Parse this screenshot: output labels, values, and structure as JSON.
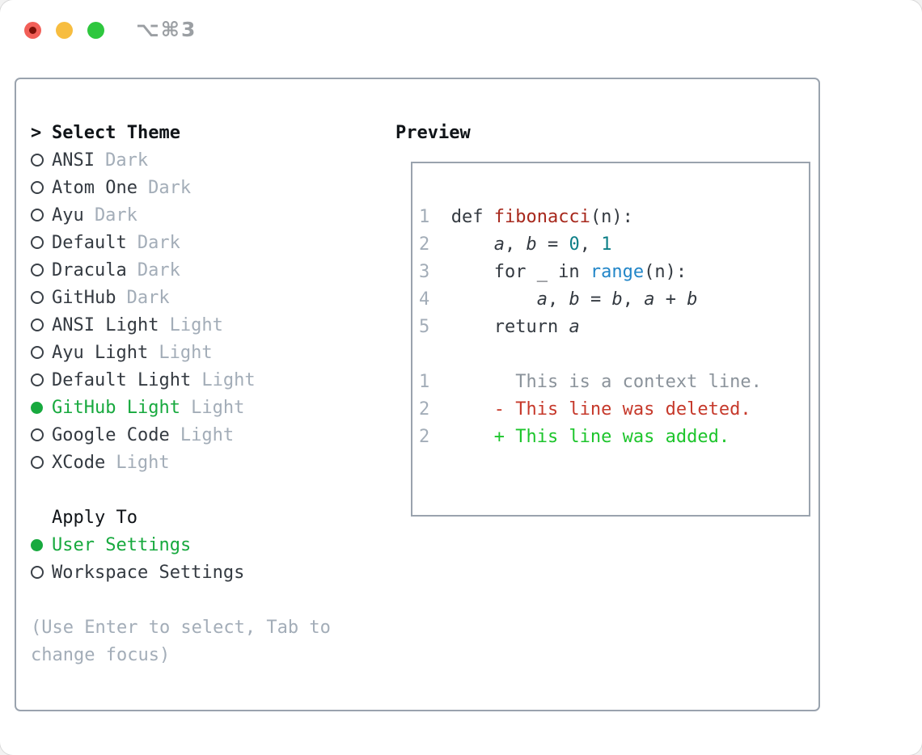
{
  "window": {
    "title": "⌥⌘3",
    "traffic_lights": [
      {
        "name": "close",
        "color": "#f25f58"
      },
      {
        "name": "minimize",
        "color": "#f7bd40"
      },
      {
        "name": "zoom",
        "color": "#2ec73e"
      }
    ]
  },
  "theme_list": {
    "prompt": ">",
    "header": "Select Theme",
    "items": [
      {
        "name": "ANSI",
        "tag": "Dark",
        "selected": false
      },
      {
        "name": "Atom One",
        "tag": "Dark",
        "selected": false
      },
      {
        "name": "Ayu",
        "tag": "Dark",
        "selected": false
      },
      {
        "name": "Default",
        "tag": "Dark",
        "selected": false
      },
      {
        "name": "Dracula",
        "tag": "Dark",
        "selected": false
      },
      {
        "name": "GitHub",
        "tag": "Dark",
        "selected": false
      },
      {
        "name": "ANSI Light",
        "tag": "Light",
        "selected": false
      },
      {
        "name": "Ayu Light",
        "tag": "Light",
        "selected": false
      },
      {
        "name": "Default Light",
        "tag": "Light",
        "selected": false
      },
      {
        "name": "GitHub Light",
        "tag": "Light",
        "selected": true
      },
      {
        "name": "Google Code",
        "tag": "Light",
        "selected": false
      },
      {
        "name": "XCode",
        "tag": "Light",
        "selected": false
      }
    ]
  },
  "apply_to": {
    "header": "Apply To",
    "options": [
      {
        "label": "User Settings",
        "selected": true
      },
      {
        "label": "Workspace Settings",
        "selected": false
      }
    ]
  },
  "help": {
    "lines": [
      "(Use Enter to select, Tab to",
      "change focus)"
    ]
  },
  "preview": {
    "header": "Preview",
    "code_lines": [
      {
        "num": "1",
        "tokens": [
          {
            "t": "def ",
            "c": "code"
          },
          {
            "t": "fibonacci",
            "c": "func"
          },
          {
            "t": "(n):",
            "c": "code"
          }
        ]
      },
      {
        "num": "2",
        "tokens": [
          {
            "t": "    ",
            "c": "code"
          },
          {
            "t": "a",
            "c": "var"
          },
          {
            "t": ", ",
            "c": "code"
          },
          {
            "t": "b",
            "c": "var"
          },
          {
            "t": " = ",
            "c": "code"
          },
          {
            "t": "0",
            "c": "num"
          },
          {
            "t": ", ",
            "c": "code"
          },
          {
            "t": "1",
            "c": "num"
          }
        ]
      },
      {
        "num": "3",
        "tokens": [
          {
            "t": "    for _ in ",
            "c": "code"
          },
          {
            "t": "range",
            "c": "builtin"
          },
          {
            "t": "(n):",
            "c": "code"
          }
        ]
      },
      {
        "num": "4",
        "tokens": [
          {
            "t": "        ",
            "c": "code"
          },
          {
            "t": "a",
            "c": "var"
          },
          {
            "t": ", ",
            "c": "code"
          },
          {
            "t": "b",
            "c": "var"
          },
          {
            "t": " = ",
            "c": "code"
          },
          {
            "t": "b",
            "c": "var"
          },
          {
            "t": ", ",
            "c": "code"
          },
          {
            "t": "a",
            "c": "var"
          },
          {
            "t": " + ",
            "c": "code"
          },
          {
            "t": "b",
            "c": "var"
          }
        ]
      },
      {
        "num": "5",
        "tokens": [
          {
            "t": "    return ",
            "c": "code"
          },
          {
            "t": "a",
            "c": "var"
          }
        ]
      }
    ],
    "diff_lines": [
      {
        "num": "1",
        "sign": "",
        "text": "This is a context line.",
        "kind": "context"
      },
      {
        "num": "2",
        "sign": "-",
        "text": "This line was deleted.",
        "kind": "del"
      },
      {
        "num": "2",
        "sign": "+",
        "text": "This line was added.",
        "kind": "add"
      }
    ]
  },
  "colors": {
    "selection_green": "#17a93e",
    "added_green": "#1dc52c",
    "deleted_red": "#c6392b",
    "function_red": "#a7281c",
    "number_teal": "#0d7f87",
    "builtin_blue": "#2286c8",
    "text_dark": "#343a41",
    "muted_gray": "#a3adb8",
    "border_gray": "#9aa3ae"
  },
  "icons": {
    "radio_selected": "filled-circle",
    "radio_unselected": "open-circle"
  }
}
